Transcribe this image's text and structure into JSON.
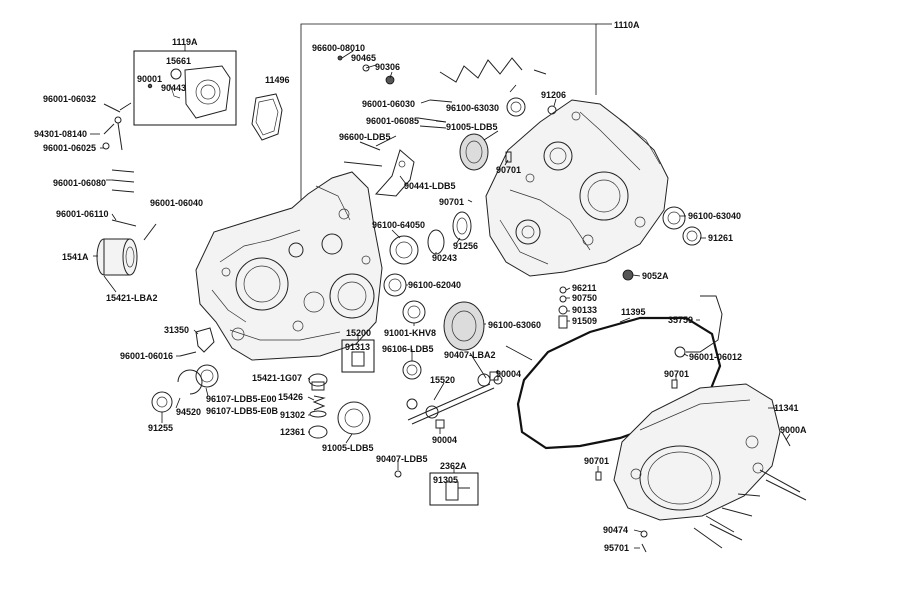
{
  "labels": {
    "l_1110A": "1110A",
    "l_1119A": "1119A",
    "l_15661": "15661",
    "l_90001": "90001",
    "l_90443": "90443",
    "l_11496": "11496",
    "l_96001_06032": "96001-06032",
    "l_94301_08140": "94301-08140",
    "l_96001_06025": "96001-06025",
    "l_96001_06080": "96001-06080",
    "l_96001_06110": "96001-06110",
    "l_96001_06040": "96001-06040",
    "l_1541A": "1541A",
    "l_15421_LBA2": "15421-LBA2",
    "l_96600_08010": "96600-08010",
    "l_90465": "90465",
    "l_90306": "90306",
    "l_96001_06030": "96001-06030",
    "l_96001_06085": "96001-06085",
    "l_96600_LDB5": "96600-LDB5",
    "l_96100_63030": "96100-63030",
    "l_91206": "91206",
    "l_91005_LDB5_a": "91005-LDB5",
    "l_90441_LDB5": "90441-LDB5",
    "l_90701_a": "90701",
    "l_90701_b": "90701",
    "l_96100_64050": "96100-64050",
    "l_91256": "91256",
    "l_90243": "90243",
    "l_96100_63040": "96100-63040",
    "l_91261": "91261",
    "l_9052A": "9052A",
    "l_96100_62040": "96100-62040",
    "l_96211": "96211",
    "l_90750": "90750",
    "l_90133": "90133",
    "l_91509": "91509",
    "l_11395": "11395",
    "l_35759": "35759",
    "l_31350": "31350",
    "l_15200": "15200",
    "l_91313": "91313",
    "l_91001_KHV8": "91001-KHV8",
    "l_96100_63060": "96100-63060",
    "l_96106_LDB5": "96106-LDB5",
    "l_90407_LBA2": "90407-LBA2",
    "l_96001_06016": "96001-06016",
    "l_96001_06012": "96001-06012",
    "l_15421_1G07": "15421-1G07",
    "l_15520": "15520",
    "l_90004_a": "90004",
    "l_90701_c": "90701",
    "l_11341": "11341",
    "l_94520": "94520",
    "l_96107_LDB5_E00": "96107-LDB5-E00",
    "l_96107_LDB5_E0B": "96107-LDB5-E0B",
    "l_15426": "15426",
    "l_91302": "91302",
    "l_91255": "91255",
    "l_12361": "12361",
    "l_91005_LDB5_b": "91005-LDB5",
    "l_90004_b": "90004",
    "l_9000A": "9000A",
    "l_90407_LDB5": "90407-LDB5",
    "l_2362A": "2362A",
    "l_91305": "91305",
    "l_90701_d": "90701",
    "l_90474": "90474",
    "l_95701": "95701"
  },
  "icons": {
    "left_crankcase": "left-crankcase-half-drawing",
    "right_crankcase": "right-crankcase-half-drawing",
    "clutch_cover": "transmission-cover-drawing",
    "gasket": "cover-gasket-drawing"
  }
}
